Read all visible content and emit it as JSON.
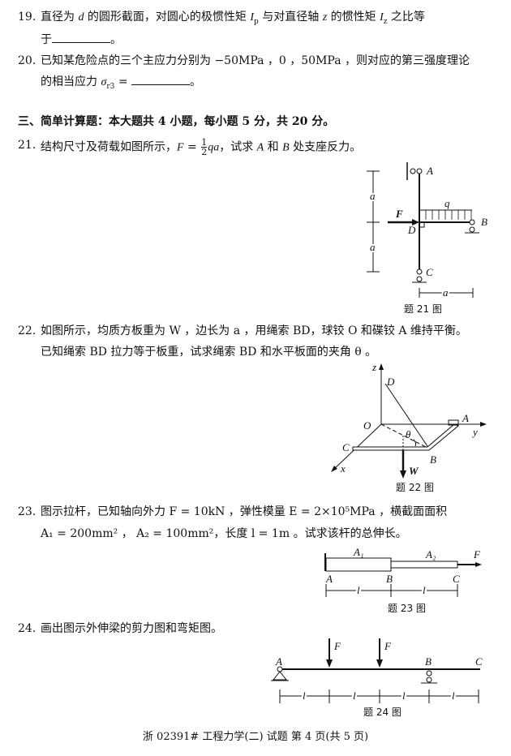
{
  "q19": {
    "num": "19.",
    "text1": "直径为 ",
    "d": "d",
    "text2": " 的圆形截面，对圆心的极惯性矩 ",
    "Ip": "I",
    "Ip_sub": "p",
    "text3": " 与对直径轴 ",
    "z": "z",
    "text4": " 的惯性矩 ",
    "Iz": "I",
    "Iz_sub": "z",
    "text5": " 之比等",
    "line2_prefix": "于",
    "line2_suffix": "。"
  },
  "q20": {
    "num": "20.",
    "text1": "已知某危险点的三个主应力分别为 −50MPa ，0 ，50MPa ，则对应的第三强度理论",
    "line2_prefix": "的相当应力 ",
    "sigma": "σ",
    "sigma_sub": "r3",
    "eq": " = ",
    "line2_suffix": "。"
  },
  "section3": {
    "title": "三、简单计算题：本大题共 4 小题，每小题 5 分，共 20 分。"
  },
  "q21": {
    "num": "21.",
    "text1": "结构尺寸及荷载如图所示，",
    "F": "F",
    "eq": " = ",
    "frac_num": "1",
    "frac_den": "2",
    "qa": "qa",
    "text2": "，试求 ",
    "A": "A",
    "text3": " 和 ",
    "B": "B",
    "text4": " 处支座反力。",
    "figure": {
      "labels": {
        "A": "A",
        "B": "B",
        "C": "C",
        "D": "D",
        "F": "F",
        "q": "q",
        "a_top": "a",
        "a_bottom": "a",
        "a_horiz": "a"
      },
      "caption": "题 21 图"
    }
  },
  "q22": {
    "num": "22.",
    "line1": "如图所示，均质方板重为 W ，边长为 a ，用绳索 BD，球铰 O 和碟铰 A 维持平衡。",
    "line2": "已知绳索 BD 拉力等于板重，试求绳索 BD 和水平板面的夹角 θ 。",
    "figure": {
      "labels": {
        "z": "z",
        "D": "D",
        "O": "O",
        "A": "A",
        "y": "y",
        "theta": "θ",
        "C": "C",
        "B": "B",
        "x": "x",
        "W": "W"
      },
      "caption": "题 22 图"
    }
  },
  "q23": {
    "num": "23.",
    "line1": "图示拉杆，已知轴向外力 F = 10kN ，弹性模量 E = 2×10⁵MPa ，横截面面积",
    "line2": "A₁ = 200mm² ， A₂ = 100mm²，长度 l = 1m 。试求该杆的总伸长。",
    "figure": {
      "labels": {
        "A1": "A₁",
        "A2": "A₂",
        "F": "F",
        "A": "A",
        "B": "B",
        "C": "C",
        "l1": "l",
        "l2": "l"
      },
      "caption": "题 23 图"
    }
  },
  "q24": {
    "num": "24.",
    "text": "画出图示外伸梁的剪力图和弯矩图。",
    "figure": {
      "labels": {
        "F1": "F",
        "F2": "F",
        "A": "A",
        "B": "B",
        "C": "C",
        "l1": "l",
        "l2": "l",
        "l3": "l",
        "l4": "l"
      },
      "caption": "题 24 图"
    }
  },
  "footer": {
    "text": "浙 02391# 工程力学(二) 试题 第 4 页(共 5 页)"
  }
}
